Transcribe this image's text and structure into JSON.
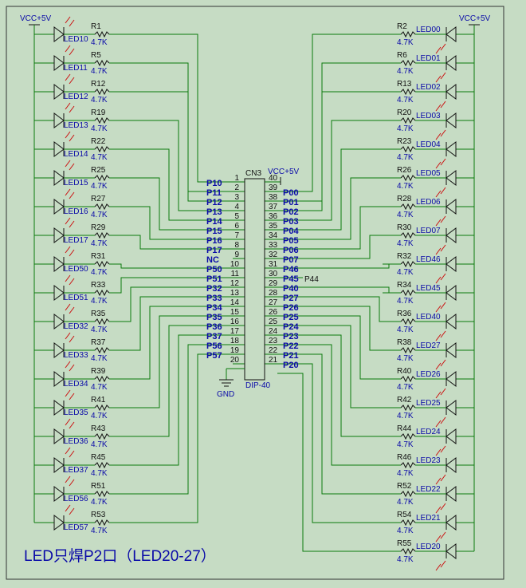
{
  "title": "LED只焊P2口（LED20-27）",
  "vcc_label": "VCC+5V",
  "gnd_label": "GND",
  "connector": {
    "name": "CN3",
    "type": "DIP-40",
    "vcc": "VCC+5V",
    "p44_label": "P44"
  },
  "resistor_value": "4.7K",
  "left_pins": [
    {
      "num": "1",
      "name": "P10"
    },
    {
      "num": "2",
      "name": "P11"
    },
    {
      "num": "3",
      "name": "P12"
    },
    {
      "num": "4",
      "name": "P13"
    },
    {
      "num": "5",
      "name": "P14"
    },
    {
      "num": "6",
      "name": "P15"
    },
    {
      "num": "7",
      "name": "P16"
    },
    {
      "num": "8",
      "name": "P17"
    },
    {
      "num": "9",
      "name": "NC"
    },
    {
      "num": "10",
      "name": "P50"
    },
    {
      "num": "11",
      "name": "P51"
    },
    {
      "num": "12",
      "name": "P32"
    },
    {
      "num": "13",
      "name": "P33"
    },
    {
      "num": "14",
      "name": "P34"
    },
    {
      "num": "15",
      "name": "P35"
    },
    {
      "num": "16",
      "name": "P36"
    },
    {
      "num": "17",
      "name": "P37"
    },
    {
      "num": "18",
      "name": "P56"
    },
    {
      "num": "19",
      "name": "P57"
    },
    {
      "num": "20",
      "name": ""
    }
  ],
  "right_pins": [
    {
      "num": "40",
      "name": ""
    },
    {
      "num": "39",
      "name": "P00"
    },
    {
      "num": "38",
      "name": "P01"
    },
    {
      "num": "37",
      "name": "P02"
    },
    {
      "num": "36",
      "name": "P03"
    },
    {
      "num": "35",
      "name": "P04"
    },
    {
      "num": "34",
      "name": "P05"
    },
    {
      "num": "33",
      "name": "P06"
    },
    {
      "num": "32",
      "name": "P07"
    },
    {
      "num": "31",
      "name": "P46"
    },
    {
      "num": "30",
      "name": "P45"
    },
    {
      "num": "29",
      "name": "P40"
    },
    {
      "num": "28",
      "name": "P27"
    },
    {
      "num": "27",
      "name": "P26"
    },
    {
      "num": "26",
      "name": "P25"
    },
    {
      "num": "25",
      "name": "P24"
    },
    {
      "num": "24",
      "name": "P23"
    },
    {
      "num": "23",
      "name": "P22"
    },
    {
      "num": "22",
      "name": "P21"
    },
    {
      "num": "21",
      "name": "P20"
    }
  ],
  "left_leds": [
    {
      "led": "LED10",
      "res": "R1"
    },
    {
      "led": "LED11",
      "res": "R5"
    },
    {
      "led": "LED12",
      "res": "R12"
    },
    {
      "led": "LED13",
      "res": "R19"
    },
    {
      "led": "LED14",
      "res": "R22"
    },
    {
      "led": "LED15",
      "res": "R25"
    },
    {
      "led": "LED16",
      "res": "R27"
    },
    {
      "led": "LED17",
      "res": "R29"
    },
    {
      "led": "LED50",
      "res": "R31"
    },
    {
      "led": "LED51",
      "res": "R33"
    },
    {
      "led": "LED32",
      "res": "R35"
    },
    {
      "led": "LED33",
      "res": "R37"
    },
    {
      "led": "LED34",
      "res": "R39"
    },
    {
      "led": "LED35",
      "res": "R41"
    },
    {
      "led": "LED36",
      "res": "R43"
    },
    {
      "led": "LED37",
      "res": "R45"
    },
    {
      "led": "LED56",
      "res": "R51"
    },
    {
      "led": "LED57",
      "res": "R53"
    }
  ],
  "right_leds": [
    {
      "led": "LED00",
      "res": "R2"
    },
    {
      "led": "LED01",
      "res": "R6"
    },
    {
      "led": "LED02",
      "res": "R13"
    },
    {
      "led": "LED03",
      "res": "R20"
    },
    {
      "led": "LED04",
      "res": "R23"
    },
    {
      "led": "LED05",
      "res": "R26"
    },
    {
      "led": "LED06",
      "res": "R28"
    },
    {
      "led": "LED07",
      "res": "R30"
    },
    {
      "led": "LED46",
      "res": "R32"
    },
    {
      "led": "LED45",
      "res": "R34"
    },
    {
      "led": "LED40",
      "res": "R36"
    },
    {
      "led": "LED27",
      "res": "R38"
    },
    {
      "led": "LED26",
      "res": "R40"
    },
    {
      "led": "LED25",
      "res": "R42"
    },
    {
      "led": "LED24",
      "res": "R44"
    },
    {
      "led": "LED23",
      "res": "R46"
    },
    {
      "led": "LED22",
      "res": "R52"
    },
    {
      "led": "LED21",
      "res": "R54"
    },
    {
      "led": "LED20",
      "res": "R55"
    }
  ],
  "colors": {
    "background": "#c6dcc4",
    "wire": "#0b7a0b",
    "ink": "#111111",
    "pin_text": "#0a0aa8",
    "led_arrow": "#cc1111"
  }
}
